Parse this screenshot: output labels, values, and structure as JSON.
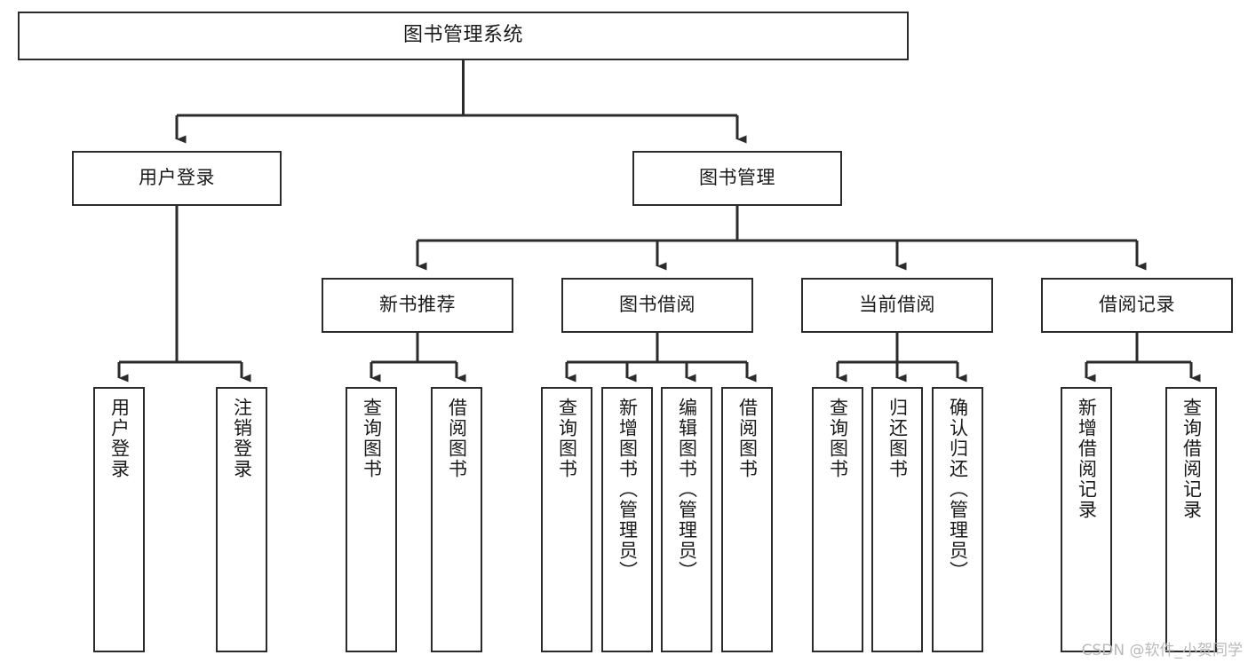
{
  "diagram": {
    "title": "图书管理系统",
    "type": "功能结构图",
    "watermark": "CSDN @软件_小贺同学",
    "stroke_color": "#2b2b2b",
    "fill_color": "#ffffff",
    "text_color": "#1a1a1a",
    "watermark_color": "#b9b9b9"
  },
  "nodes": {
    "root": {
      "label": "图书管理系统"
    },
    "level2": [
      {
        "label": "用户登录"
      },
      {
        "label": "图书管理"
      }
    ],
    "level3": [
      {
        "label": "新书推荐"
      },
      {
        "label": "图书借阅"
      },
      {
        "label": "当前借阅"
      },
      {
        "label": "借阅记录"
      }
    ],
    "leaves": {
      "user_login": [
        {
          "label": "用户登录"
        },
        {
          "label": "注销登录"
        }
      ],
      "new_book_recommend": [
        {
          "label": "查询图书"
        },
        {
          "label": "借阅图书"
        }
      ],
      "book_borrow": [
        {
          "label": "查询图书"
        },
        {
          "label": "新增图书（管理员）"
        },
        {
          "label": "编辑图书（管理员）"
        },
        {
          "label": "借阅图书"
        }
      ],
      "current_borrow": [
        {
          "label": "查询图书"
        },
        {
          "label": "归还图书"
        },
        {
          "label": "确认归还（管理员）"
        }
      ],
      "borrow_record": [
        {
          "label": "新增借阅记录"
        },
        {
          "label": "查询借阅记录"
        }
      ]
    }
  },
  "chart_data": {
    "type": "tree",
    "title": "图书管理系统",
    "root": "图书管理系统",
    "edges": [
      [
        "图书管理系统",
        "用户登录"
      ],
      [
        "图书管理系统",
        "图书管理"
      ],
      [
        "用户登录",
        "用户登录"
      ],
      [
        "用户登录",
        "注销登录"
      ],
      [
        "图书管理",
        "新书推荐"
      ],
      [
        "图书管理",
        "图书借阅"
      ],
      [
        "图书管理",
        "当前借阅"
      ],
      [
        "图书管理",
        "借阅记录"
      ],
      [
        "新书推荐",
        "查询图书"
      ],
      [
        "新书推荐",
        "借阅图书"
      ],
      [
        "图书借阅",
        "查询图书"
      ],
      [
        "图书借阅",
        "新增图书（管理员）"
      ],
      [
        "图书借阅",
        "编辑图书（管理员）"
      ],
      [
        "图书借阅",
        "借阅图书"
      ],
      [
        "当前借阅",
        "查询图书"
      ],
      [
        "当前借阅",
        "归还图书"
      ],
      [
        "当前借阅",
        "确认归还（管理员）"
      ],
      [
        "借阅记录",
        "新增借阅记录"
      ],
      [
        "借阅记录",
        "查询借阅记录"
      ]
    ],
    "depth": 4
  }
}
